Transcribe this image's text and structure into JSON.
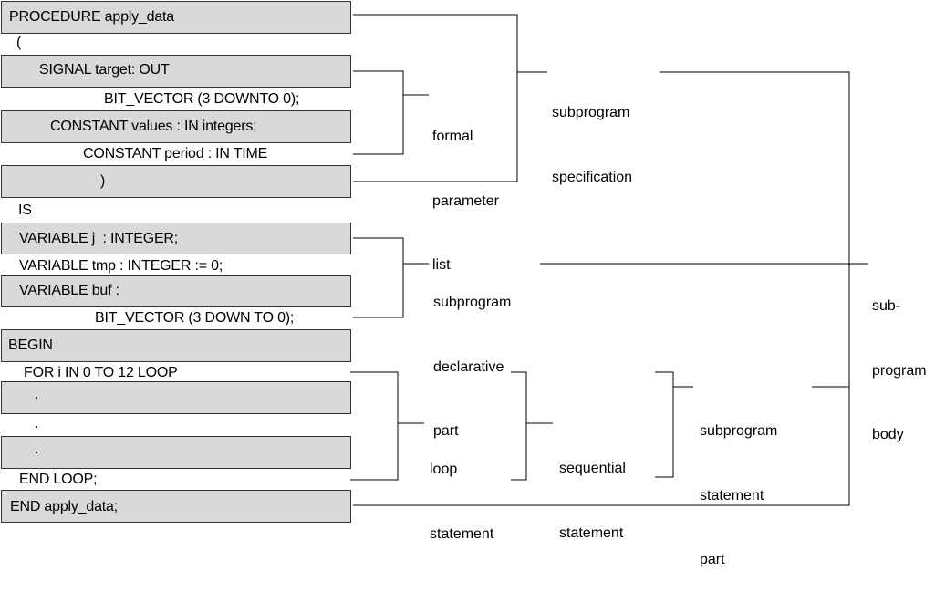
{
  "code": {
    "lines": [
      "PROCEDURE apply_data",
      "(",
      "SIGNAL target: OUT",
      "BIT_VECTOR (3 DOWNTO 0);",
      "CONSTANT values : IN integers;",
      "CONSTANT period : IN TIME",
      ")",
      "IS",
      "VARIABLE j  : INTEGER;",
      "VARIABLE tmp : INTEGER := 0;",
      "VARIABLE buf :",
      "BIT_VECTOR (3 DOWN TO 0);",
      "BEGIN",
      "FOR i IN 0 TO 12 LOOP",
      ".",
      ".",
      ".",
      "END LOOP;",
      "END apply_data;"
    ]
  },
  "labels": {
    "formal_parameter_list": [
      "formal",
      "parameter",
      "list"
    ],
    "subprogram_specification": [
      "subprogram",
      "specification"
    ],
    "subprogram_declarative_part": [
      "subprogram",
      "declarative",
      "part"
    ],
    "subprogram_body": [
      "sub-",
      "program",
      "body"
    ],
    "loop_statement": [
      "loop",
      "statement"
    ],
    "sequential_statement": [
      "sequential",
      "statement"
    ],
    "subprogram_statement_part": [
      "subprogram",
      "statement",
      "part"
    ]
  }
}
